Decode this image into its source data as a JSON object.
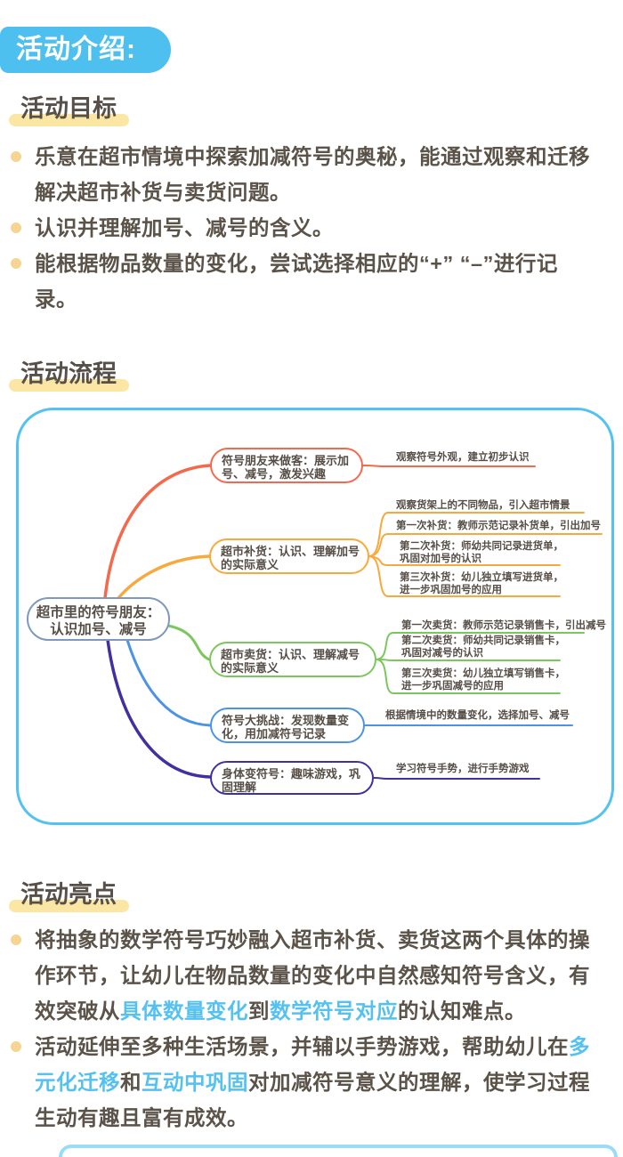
{
  "colors": {
    "badge_blue": "#4EC0F0",
    "highlight_yellow": "#FBE7A3",
    "bullet_dot": "#F6D494",
    "text_dark": "#5B5349",
    "accent_blue": "#55C1F0",
    "container_border": "#54C2F0",
    "root_border": "#7E98BE",
    "branch_red": "#F4694D",
    "branch_orange": "#F8A93E",
    "branch_green": "#7CC75D",
    "branch_blue": "#4C93E6",
    "branch_purple": "#41319F"
  },
  "header": {
    "badge": "活动介绍:"
  },
  "goal": {
    "title": "活动目标",
    "bullets": [
      "乐意在超市情境中探索加减符号的奥秘，能通过观察和迁移解决超市补货与卖货问题。",
      "认识并理解加号、减号的含义。",
      "能根据物品数量的变化，尝试选择相应的“+” “–”进行记录。"
    ]
  },
  "flow": {
    "title": "活动流程"
  },
  "highlight": {
    "title": "活动亮点",
    "bullets": [
      {
        "segments": [
          {
            "text": "将抽象的数学符号巧妙融入超市补货、卖货这两个具体的操作环节，让幼儿在物品数量的变化中自然感知符号含义，有效突破从",
            "accent": false
          },
          {
            "text": "具体数量变化",
            "accent": true
          },
          {
            "text": "到",
            "accent": false
          },
          {
            "text": "数学符号对应",
            "accent": true
          },
          {
            "text": "的认知难点。",
            "accent": false
          }
        ]
      },
      {
        "segments": [
          {
            "text": "活动延伸至多种生活场景，并辅以手势游戏，帮助幼儿在",
            "accent": false
          },
          {
            "text": "多元化迁移",
            "accent": true
          },
          {
            "text": "和",
            "accent": false
          },
          {
            "text": "互动中巩固",
            "accent": true
          },
          {
            "text": "对加减符号意义的理解，使学习过程生动有趣且富有成效。",
            "accent": false
          }
        ]
      }
    ]
  },
  "mindmap": {
    "root_lines": [
      "超市里的符号朋友：",
      "认识加号、减号"
    ],
    "branches": [
      {
        "name": "符号朋友来做客",
        "color": "#F4694D",
        "node_lines": [
          "符号朋友来做客：展示加",
          "号、减号，激发兴趣"
        ],
        "leaves": [
          {
            "lines": [
              "观察符号外观，建立初步认识"
            ]
          }
        ]
      },
      {
        "name": "超市补货",
        "color": "#F8A93E",
        "node_lines": [
          "超市补货：认识、理解加号",
          "的实际意义"
        ],
        "leaves": [
          {
            "lines": [
              "观察货架上的不同物品，引入超市情景"
            ]
          },
          {
            "lines": [
              "第一次补货：教师示范记录补货单，引出加号"
            ]
          },
          {
            "lines": [
              "第二次补货：师幼共同记录进货单，",
              "巩固对加号的认识"
            ]
          },
          {
            "lines": [
              "第三次补货：幼儿独立填写进货单，",
              "进一步巩固加号的应用"
            ]
          }
        ]
      },
      {
        "name": "超市卖货",
        "color": "#7CC75D",
        "node_lines": [
          "超市卖货：认识、理解减号",
          "的实际意义"
        ],
        "leaves": [
          {
            "lines": [
              "第一次卖货：教师示范记录销售卡，引出减号"
            ]
          },
          {
            "lines": [
              "第二次卖货：师幼共同记录销售卡，",
              "巩固对减号的认识"
            ]
          },
          {
            "lines": [
              "第三次卖货：幼儿独立填写销售卡，",
              "进一步巩固减号的应用"
            ]
          }
        ]
      },
      {
        "name": "符号大挑战",
        "color": "#4C93E6",
        "node_lines": [
          "符号大挑战：发现数量变",
          "化，用加减符号记录"
        ],
        "leaves": [
          {
            "lines": [
              "根据情境中的数量变化，选择加号、减号"
            ]
          }
        ]
      },
      {
        "name": "身体变符号",
        "color": "#41319F",
        "node_lines": [
          "身体变符号：趣味游戏，巩",
          "固理解"
        ],
        "leaves": [
          {
            "lines": [
              "学习符号手势，进行手势游戏"
            ]
          }
        ]
      }
    ]
  }
}
